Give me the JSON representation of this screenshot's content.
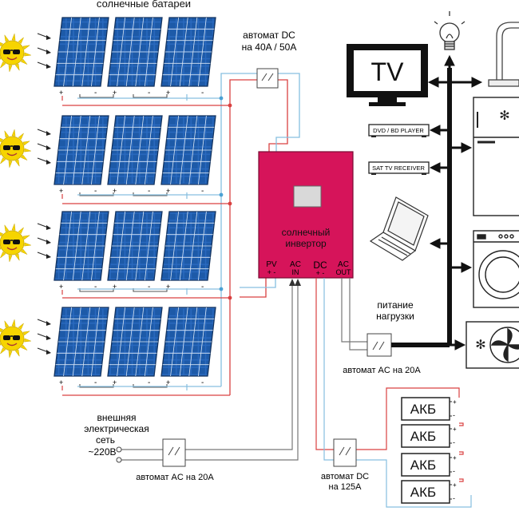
{
  "labels": {
    "solar_panels": "солнечные батареи",
    "dc_breaker_top_line1": "автомат DC",
    "dc_breaker_top_line2": "на 40A / 50A",
    "inverter_line1": "солнечный",
    "inverter_line2": "инвертор",
    "port_pv": "PV",
    "port_pv_polarity": "+ -",
    "port_ac_in_line1": "AC",
    "port_ac_in_line2": "IN",
    "port_dc": "DC",
    "port_dc_polarity": "+ -",
    "port_ac_out_line1": "AC",
    "port_ac_out_line2": "OUT",
    "load_supply_line1": "питание",
    "load_supply_line2": "нагрузки",
    "ac_breaker_load": "автомат AC на 20A",
    "grid_line1": "внешняя",
    "grid_line2": "электрическая",
    "grid_line3": "сеть",
    "grid_line4": "~220В",
    "ac_breaker_grid": "автомат AC на 20A",
    "dc_breaker_battery_line1": "автомат DC",
    "dc_breaker_battery_line2": "на 125A",
    "battery": "АКБ",
    "tv": "TV",
    "dvd": "DVD / BD PLAYER",
    "sat": "SAT TV RECEIVER",
    "plus": "+",
    "minus": "-"
  },
  "colors": {
    "panel_blue": "#1f5fb0",
    "panel_frame": "#13335f",
    "inverter": "#d6145a",
    "wire_red": "#d94141",
    "wire_blue": "#86bfe0",
    "wire_gray": "#777777",
    "sun": "#f6d400",
    "bus": "#111111"
  },
  "icons": [
    "sun-icon",
    "lightbulb-icon",
    "faucet-icon",
    "tv-icon",
    "dvd-player-icon",
    "sat-receiver-icon",
    "laptop-icon",
    "fridge-icon",
    "washing-machine-icon",
    "air-conditioner-icon",
    "battery-icon",
    "breaker-icon"
  ]
}
